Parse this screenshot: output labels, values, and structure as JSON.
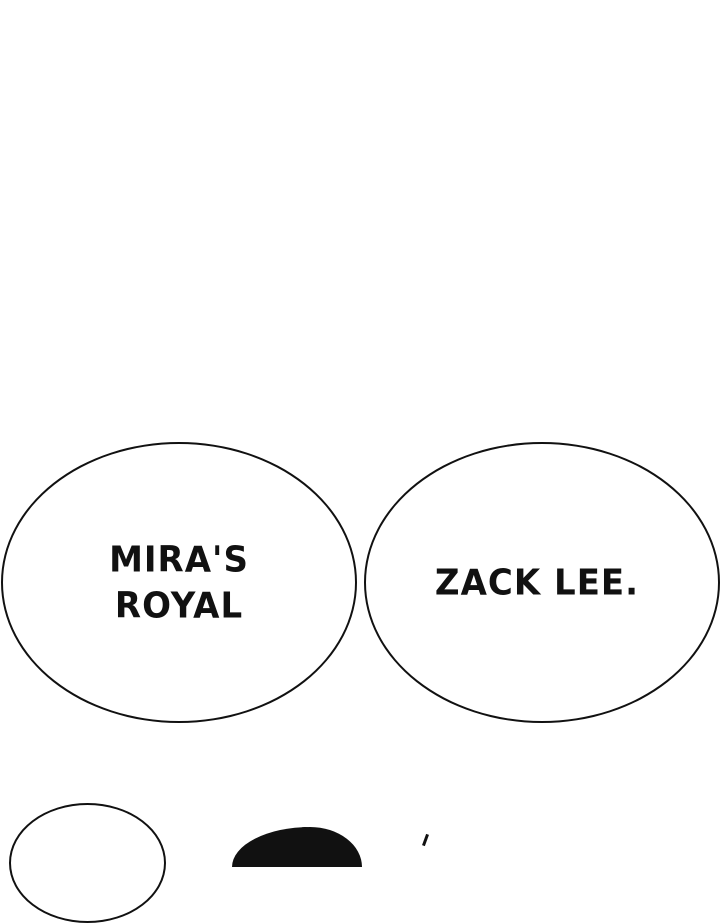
{
  "panel": {
    "background": "#ffffff",
    "bubbles": [
      {
        "id": "left",
        "lines": [
          "MIRA'S",
          "ROYAL"
        ]
      },
      {
        "id": "right",
        "lines": [
          "ZACK LEE."
        ]
      },
      {
        "id": "bottom",
        "lines": []
      }
    ]
  }
}
